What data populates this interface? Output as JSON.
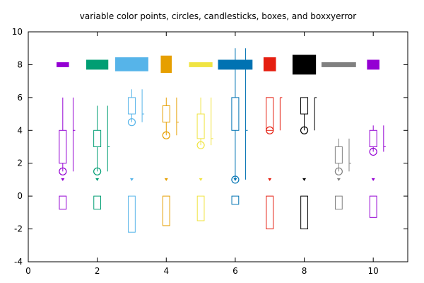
{
  "chart_data": {
    "type": "scatter",
    "title": "variable color points, circles, candlesticks, boxes, and boxxyerror",
    "xlabel": "",
    "ylabel": "",
    "xlim": [
      0,
      11
    ],
    "ylim": [
      -4,
      10
    ],
    "x_ticks": [
      0,
      2,
      4,
      6,
      8,
      10
    ],
    "y_ticks": [
      -4,
      -2,
      0,
      2,
      4,
      6,
      8,
      10
    ],
    "x_tick_labels": [
      "0",
      "2",
      "4",
      "6",
      "8",
      "10"
    ],
    "y_tick_labels": [
      "-4",
      "-2",
      "0",
      "2",
      "4",
      "6",
      "8",
      "10"
    ],
    "grid": false,
    "colors": [
      "#9400d3",
      "#009e73",
      "#56b4e9",
      "#e69f00",
      "#f0e442",
      "#0072b2",
      "#e51e10",
      "#000000",
      "#808080",
      "#9400d3"
    ],
    "points": {
      "marker": "triangle-down",
      "x": [
        1,
        2,
        3,
        4,
        5,
        6,
        7,
        8,
        9,
        10
      ],
      "y": [
        1,
        1,
        1,
        1,
        1,
        1,
        1,
        1,
        1,
        1
      ]
    },
    "circles": {
      "x": [
        1,
        2,
        3,
        4,
        5,
        6,
        7,
        8,
        9,
        10
      ],
      "y": [
        1.5,
        1.5,
        4.5,
        3.7,
        3.1,
        1.0,
        4.0,
        4.0,
        1.5,
        2.7
      ]
    },
    "candlesticks_left": [
      {
        "x": 1,
        "open": 2.0,
        "high": 6.0,
        "low": 1.5,
        "close": 4.0
      },
      {
        "x": 2,
        "open": 3.0,
        "high": 5.5,
        "low": 1.5,
        "close": 4.0
      },
      {
        "x": 3,
        "open": 5.0,
        "high": 6.5,
        "low": 4.5,
        "close": 6.0
      },
      {
        "x": 4,
        "open": 4.5,
        "high": 6.0,
        "low": 3.7,
        "close": 5.5
      },
      {
        "x": 5,
        "open": 3.5,
        "high": 6.0,
        "low": 3.1,
        "close": 5.0
      },
      {
        "x": 6,
        "open": 4.0,
        "high": 9.0,
        "low": 1.0,
        "close": 6.0
      },
      {
        "x": 7,
        "open": 4.0,
        "high": 6.0,
        "low": 4.0,
        "close": 6.0
      },
      {
        "x": 8,
        "open": 5.0,
        "high": 6.0,
        "low": 4.0,
        "close": 6.0
      },
      {
        "x": 9,
        "open": 2.0,
        "high": 3.5,
        "low": 1.5,
        "close": 3.0
      },
      {
        "x": 10,
        "open": 3.0,
        "high": 4.3,
        "low": 2.7,
        "close": 4.0
      }
    ],
    "candlesticks_right": [
      {
        "x": 1.3,
        "open": 2.0,
        "high": 6.0,
        "low": 1.5,
        "close": 4.0
      },
      {
        "x": 2.3,
        "open": 3.0,
        "high": 5.5,
        "low": 1.5,
        "close": 3.0
      },
      {
        "x": 3.3,
        "open": 5.0,
        "high": 6.5,
        "low": 4.5,
        "close": 5.0
      },
      {
        "x": 4.3,
        "open": 4.5,
        "high": 6.0,
        "low": 3.7,
        "close": 4.5
      },
      {
        "x": 5.3,
        "open": 3.5,
        "high": 6.0,
        "low": 3.1,
        "close": 3.5
      },
      {
        "x": 6.3,
        "open": 4.0,
        "high": 9.0,
        "low": 1.0,
        "close": 4.0
      },
      {
        "x": 7.3,
        "open": 4.0,
        "high": 6.0,
        "low": 4.0,
        "close": 6.0
      },
      {
        "x": 8.3,
        "open": 5.0,
        "high": 6.0,
        "low": 4.0,
        "close": 6.0
      },
      {
        "x": 9.3,
        "open": 2.0,
        "high": 3.5,
        "low": 1.5,
        "close": 2.0
      },
      {
        "x": 10.3,
        "open": 3.0,
        "high": 4.3,
        "low": 2.7,
        "close": 3.0
      }
    ],
    "boxes": {
      "x": [
        1,
        2,
        3,
        4,
        5,
        6,
        7,
        8,
        9,
        10
      ],
      "top": [
        0,
        0,
        0,
        0,
        0,
        0,
        0,
        0,
        0,
        0
      ],
      "bottom": [
        -0.8,
        -0.8,
        -2.2,
        -1.8,
        -1.5,
        -0.5,
        -2.0,
        -2.0,
        -0.8,
        -1.3
      ],
      "width": 0.2
    },
    "boxxyerror": [
      {
        "x": 1,
        "xlow": 0.82,
        "xhigh": 1.18,
        "ylow": 7.85,
        "yhigh": 8.15
      },
      {
        "x": 2,
        "xlow": 1.68,
        "xhigh": 2.32,
        "ylow": 7.7,
        "yhigh": 8.3
      },
      {
        "x": 3,
        "xlow": 2.52,
        "xhigh": 3.48,
        "ylow": 7.6,
        "yhigh": 8.45
      },
      {
        "x": 4,
        "xlow": 3.84,
        "xhigh": 4.16,
        "ylow": 7.5,
        "yhigh": 8.55
      },
      {
        "x": 5,
        "xlow": 4.66,
        "xhigh": 5.34,
        "ylow": 7.85,
        "yhigh": 8.15
      },
      {
        "x": 6,
        "xlow": 5.5,
        "xhigh": 6.5,
        "ylow": 7.7,
        "yhigh": 8.3
      },
      {
        "x": 7,
        "xlow": 6.82,
        "xhigh": 7.18,
        "ylow": 7.6,
        "yhigh": 8.45
      },
      {
        "x": 8,
        "xlow": 7.66,
        "xhigh": 8.34,
        "ylow": 7.4,
        "yhigh": 8.6
      },
      {
        "x": 9,
        "xlow": 8.5,
        "xhigh": 9.5,
        "ylow": 7.85,
        "yhigh": 8.15
      },
      {
        "x": 10,
        "xlow": 9.82,
        "xhigh": 10.18,
        "ylow": 7.7,
        "yhigh": 8.3
      }
    ]
  }
}
